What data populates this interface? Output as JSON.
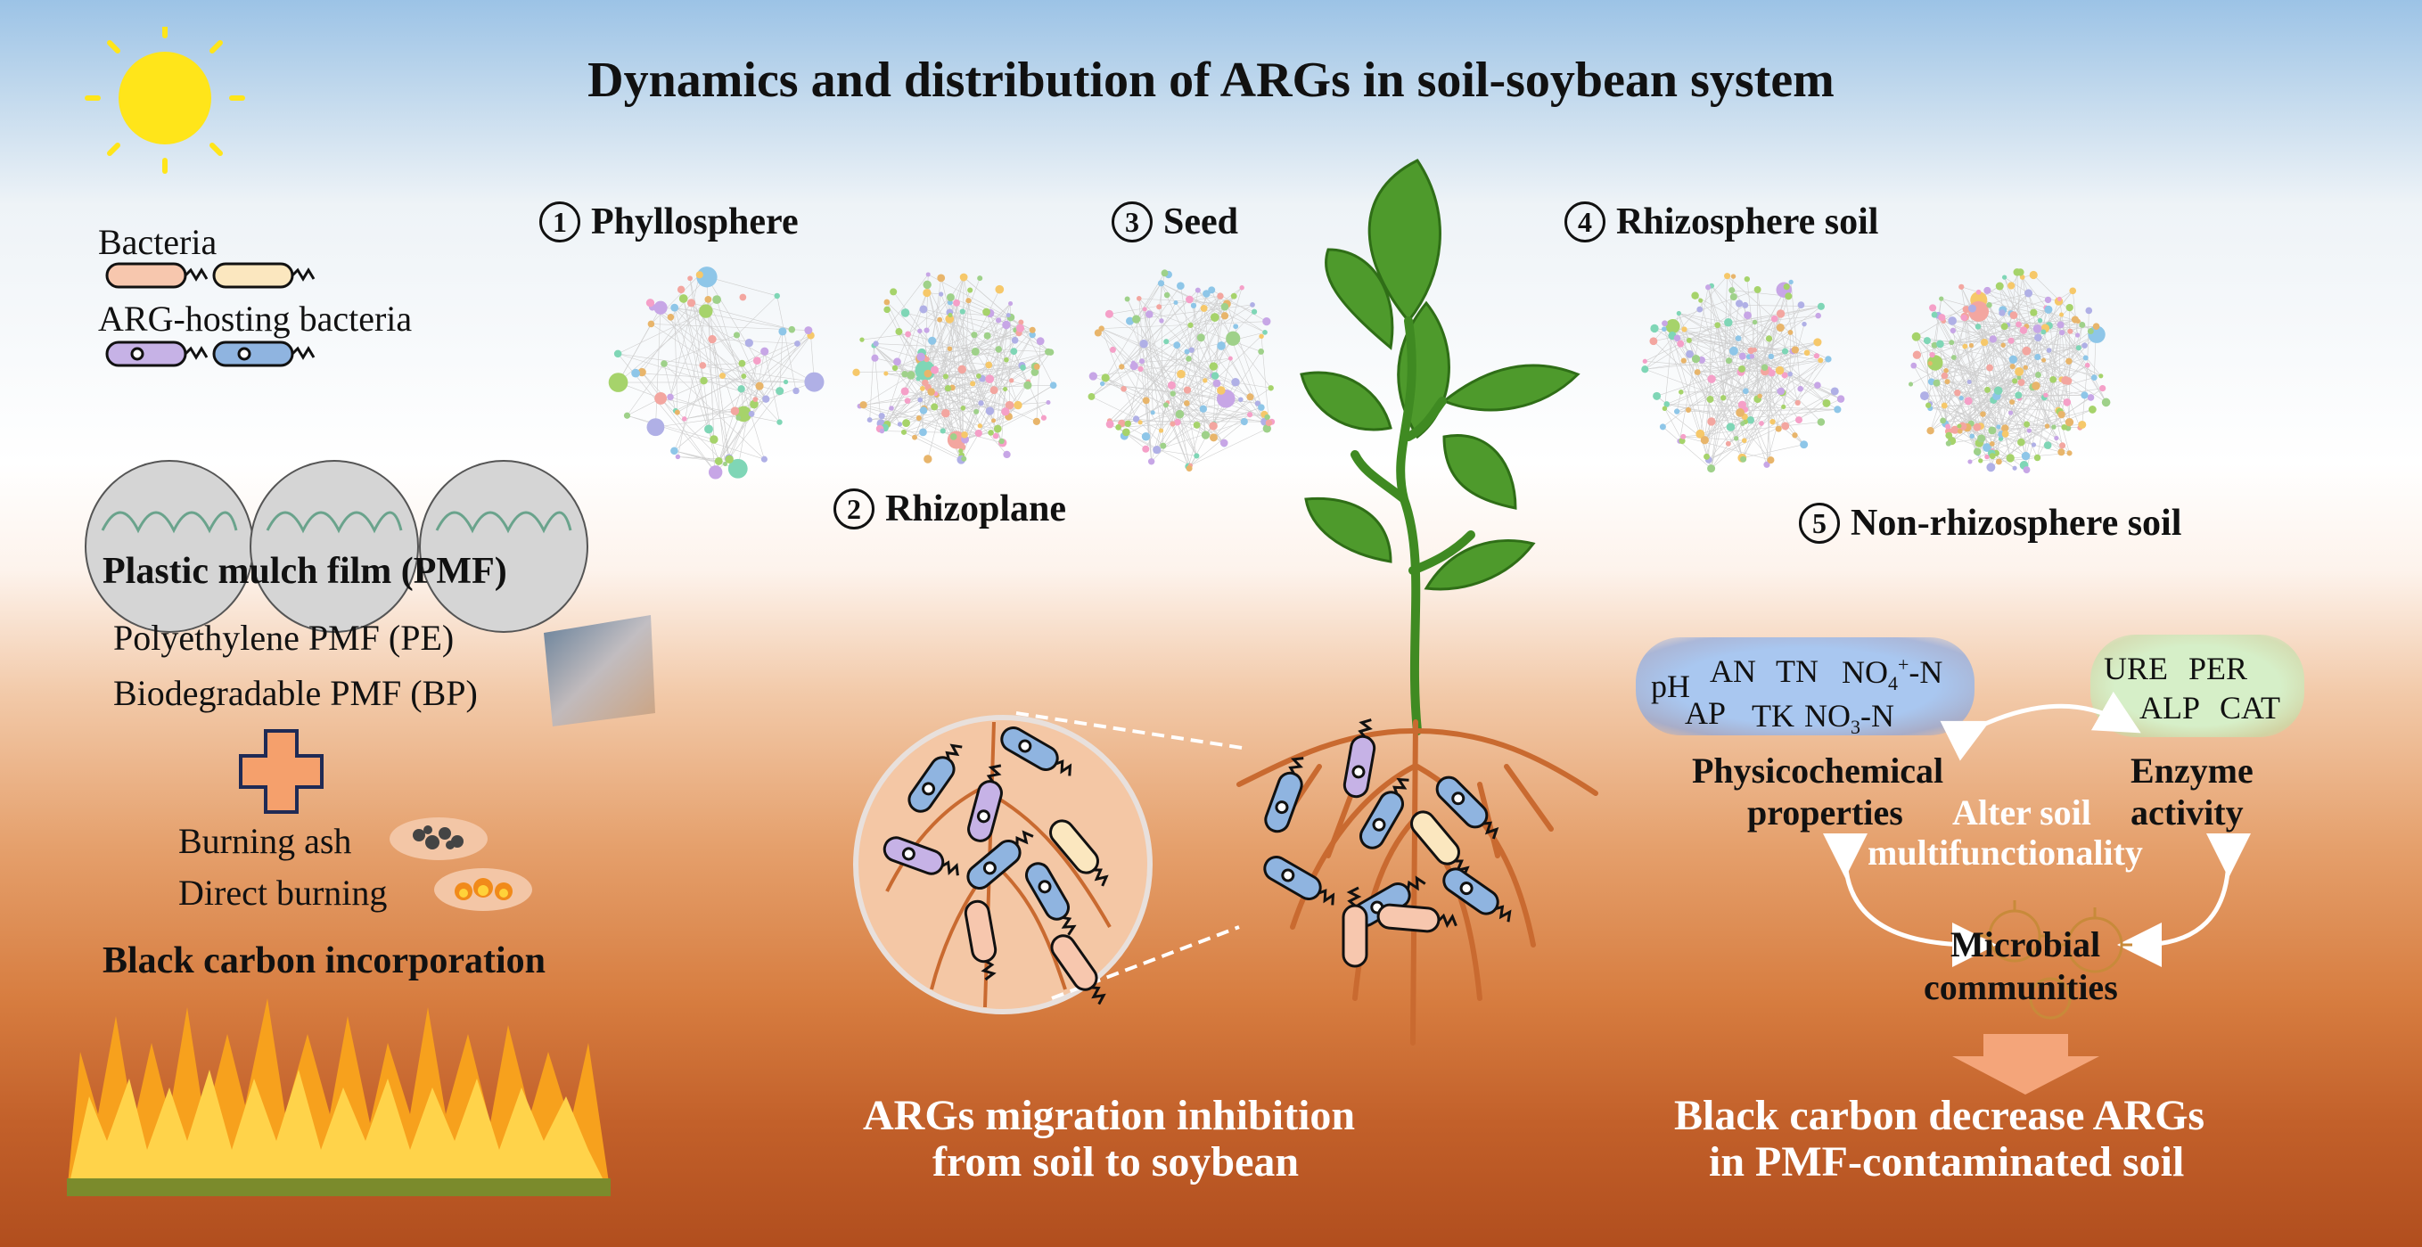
{
  "title": "Dynamics and distribution of ARGs in soil-soybean system",
  "compartments": [
    {
      "num": "1",
      "label": "Phyllosphere"
    },
    {
      "num": "2",
      "label": "Rhizoplane"
    },
    {
      "num": "3",
      "label": "Seed"
    },
    {
      "num": "4",
      "label": "Rhizosphere soil"
    },
    {
      "num": "5",
      "label": "Non-rhizosphere soil"
    }
  ],
  "legend": {
    "bacteria": "Bacteria",
    "arg_bacteria": "ARG-hosting bacteria"
  },
  "pmf": {
    "heading": "Plastic mulch film (PMF)",
    "pe": "Polyethylene PMF (PE)",
    "bp": "Biodegradable PMF (BP)"
  },
  "black_carbon": {
    "ash": "Burning ash",
    "direct": "Direct burning",
    "heading": "Black carbon incorporation"
  },
  "soil_props": {
    "physico_a": "pH",
    "physico_b": "AN",
    "physico_c": "TN",
    "physico_d_main": "NO",
    "physico_d_sub": "4",
    "physico_d_sup": "+",
    "physico_d_tail": "-N",
    "physico_e": "AP",
    "physico_f": "TK",
    "physico_g_main": "NO",
    "physico_g_sub": "3",
    "physico_g_tail": "-N",
    "enz_a": "URE",
    "enz_b": "PER",
    "enz_c": "ALP",
    "enz_d": "CAT",
    "physico_label_1": "Physicochemical",
    "physico_label_2": "properties",
    "enzyme_label_1": "Enzyme",
    "enzyme_label_2": "activity",
    "center_1": "Alter soil",
    "center_2": "multifunctionality",
    "microbial_1": "Microbial",
    "microbial_2": "communities"
  },
  "conclusions": {
    "left_1": "ARGs migration inhibition",
    "left_2": "from soil to soybean",
    "right_1": "Black carbon decrease ARGs",
    "right_2": "in PMF-contaminated soil"
  },
  "colors": {
    "sun": "#ffe51a",
    "leaf": "#4e9a2c",
    "root": "#c96a30",
    "bacteria_pink": "#f7c7ae",
    "bacteria_yellow": "#fbe7bf",
    "arg_purple": "#c6b2e6",
    "arg_blue": "#8fb4e0",
    "physico_bubble": "#a9c7f0",
    "enzyme_bubble": "#d6efc8"
  }
}
